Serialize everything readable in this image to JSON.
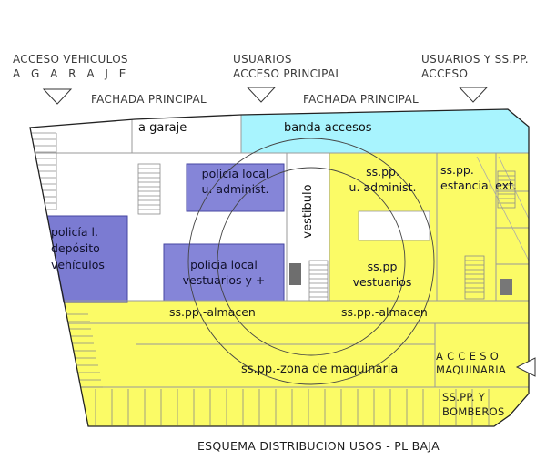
{
  "colors": {
    "plan_yellow": "#fbfb66",
    "plan_cyan": "#a8f4fe",
    "plan_blue": "#8585d8",
    "plan_blue_dark": "#7b7bd2",
    "outline": "#222222"
  },
  "annotations": {
    "access_vehicles_line1": "ACCESO VEHICULOS",
    "access_vehicles_line2": "A  G A R A J E",
    "fachada_left": "FACHADA PRINCIPAL",
    "users_main_line1": "USUARIOS",
    "users_main_line2": "ACCESO PRINCIPAL",
    "fachada_right": "FACHADA PRINCIPAL",
    "users_sspp_line1": "USUARIOS Y SS.PP.",
    "users_sspp_line2": "ACCESO",
    "acceso_maq_line1": "A C C E S O",
    "acceso_maq_line2": "MAQUINARIA",
    "acceso_maq_line3": "SS.PP. Y",
    "acceso_maq_line4": "BOMBEROS",
    "title": "ESQUEMA DISTRIBUCION USOS - PL BAJA"
  },
  "zones": {
    "a_garaje": "a garaje",
    "banda_accesos": "banda accesos",
    "policia_admin_line1": "policia local",
    "policia_admin_line2": "u. administ.",
    "sspp_admin_line1": "ss.pp.",
    "sspp_admin_line2": "u. administ.",
    "sspp_estancial_line1": "ss.pp.",
    "sspp_estancial_line2": "estancial ext.",
    "vestibulo": "vestibulo",
    "deposito_line1": "policía l.",
    "deposito_line2": "depósito",
    "deposito_line3": "vehículos",
    "policia_vestuarios_line1": "policia local",
    "policia_vestuarios_line2": "vestuarios y +",
    "sspp_vestuarios_line1": "ss.pp",
    "sspp_vestuarios_line2": "vestuarios",
    "almacen_left": "ss.pp.-almacen",
    "almacen_right": "ss.pp.-almacen",
    "maquinaria": "ss.pp.-zona de maquinaria"
  }
}
